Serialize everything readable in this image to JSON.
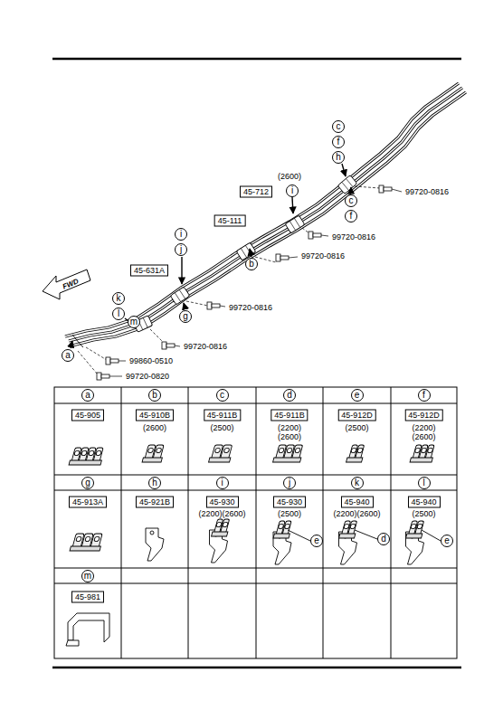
{
  "diagram": {
    "labels": [
      "c",
      "f",
      "h",
      "99720-0816",
      "(2600)",
      "i",
      "45-712",
      "c",
      "f",
      "99720-0816",
      "45-111",
      "b",
      "99720-0816",
      "i",
      "j",
      "45-631A",
      "99720-0816",
      "g",
      "FWD",
      "k",
      "l",
      "m",
      "a",
      "99720-0816",
      "99860-0510",
      "99720-0820",
      "a",
      "45-905",
      "b",
      "45-910B",
      "(2600)",
      "c",
      "45-911B",
      "(2500)",
      "d",
      "45-911B",
      "(2200)",
      "(2600)",
      "e",
      "45-912D",
      "(2500)",
      "f",
      "45-912D",
      "(2200)",
      "(2600)",
      "g",
      "45-913A",
      "h",
      "45-921B",
      "i",
      "45-930",
      "(2200)(2600)",
      "j",
      "45-930",
      "(2500)",
      "e",
      "k",
      "45-940",
      "(2200)(2600)",
      "d",
      "l",
      "45-940",
      "(2500)",
      "e",
      "m",
      "45-981"
    ]
  }
}
